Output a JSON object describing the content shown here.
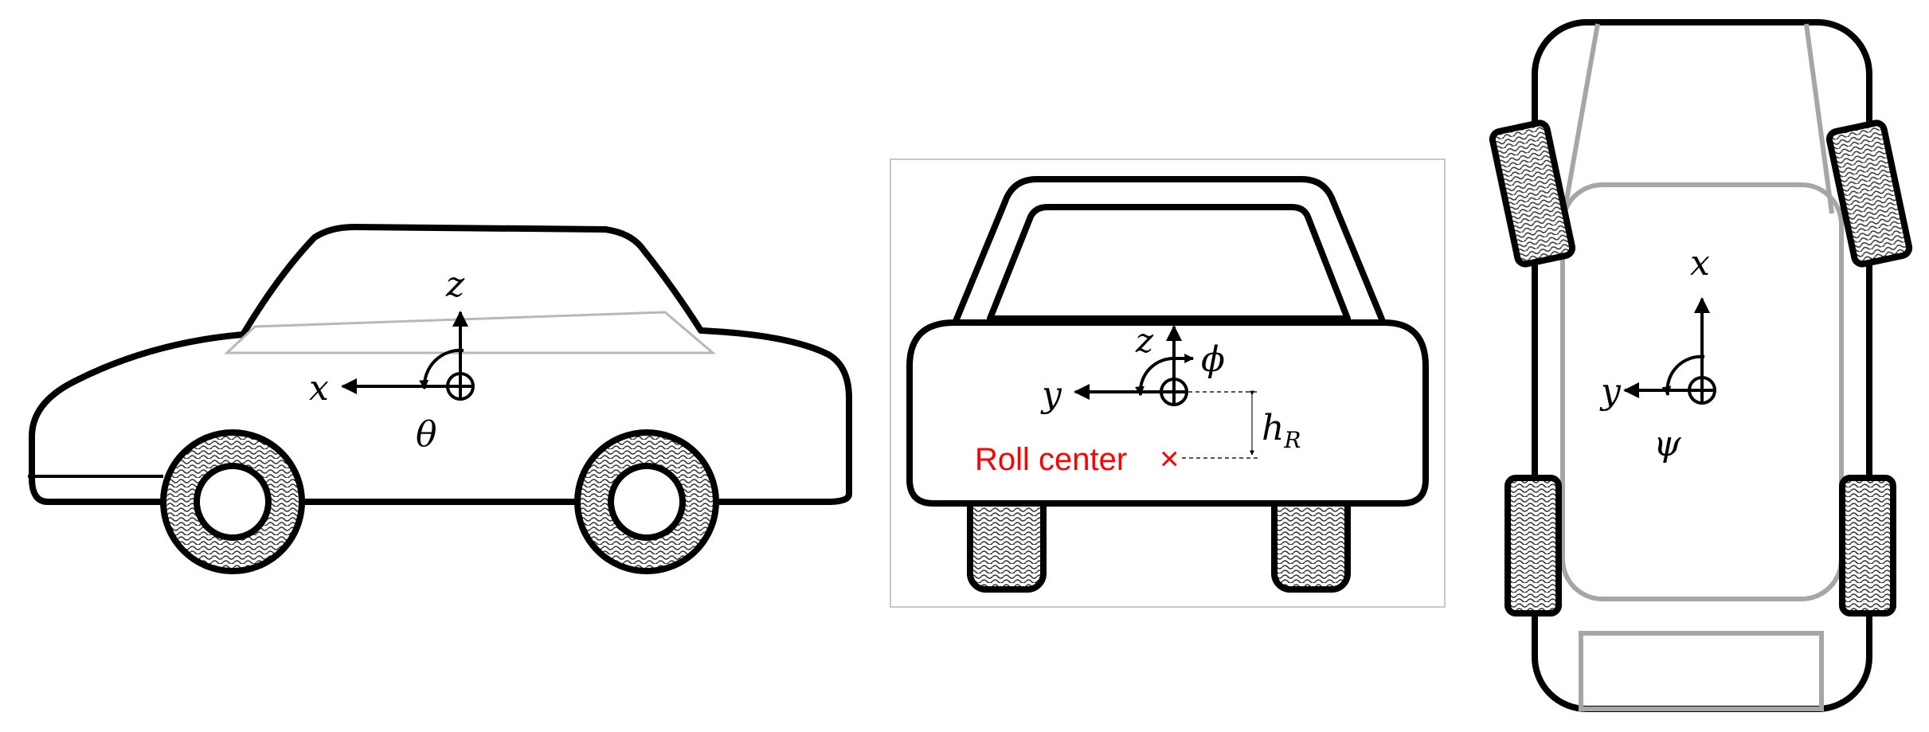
{
  "side_view": {
    "labels": {
      "z": "z",
      "x": "x",
      "theta": "θ"
    }
  },
  "rear_view": {
    "labels": {
      "z": "z",
      "y": "y",
      "phi": "ϕ",
      "h": "h",
      "h_sub": "R"
    },
    "roll_center": {
      "text": "Roll center",
      "marker": "×",
      "color": "#ff0000"
    }
  },
  "top_view": {
    "labels": {
      "x": "x",
      "y": "y",
      "psi": "ψ"
    }
  }
}
